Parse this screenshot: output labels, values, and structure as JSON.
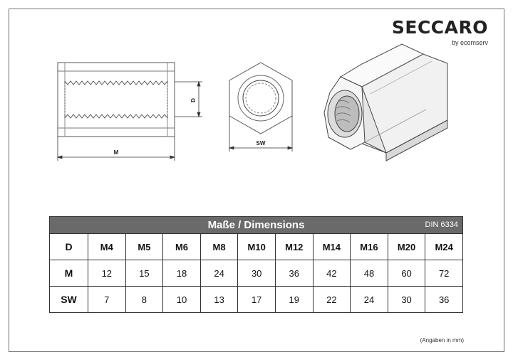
{
  "brand": {
    "name": "SECCARO",
    "sub": "by ecomserv"
  },
  "drawing": {
    "label_d": "D",
    "label_m": "M",
    "label_sw": "SW"
  },
  "table": {
    "title": "Maße / Dimensions",
    "code": "DIN 6334",
    "rows": [
      {
        "head": "D",
        "cells": [
          "M4",
          "M5",
          "M6",
          "M8",
          "M10",
          "M12",
          "M14",
          "M16",
          "M20",
          "M24"
        ]
      },
      {
        "head": "M",
        "cells": [
          "12",
          "15",
          "18",
          "24",
          "30",
          "36",
          "42",
          "48",
          "60",
          "72"
        ]
      },
      {
        "head": "SW",
        "cells": [
          "7",
          "8",
          "10",
          "13",
          "17",
          "19",
          "22",
          "24",
          "30",
          "36"
        ]
      }
    ]
  },
  "note": "(Angaben in mm)",
  "colors": {
    "header_bg": "#6a6a6a",
    "line": "#333333"
  }
}
